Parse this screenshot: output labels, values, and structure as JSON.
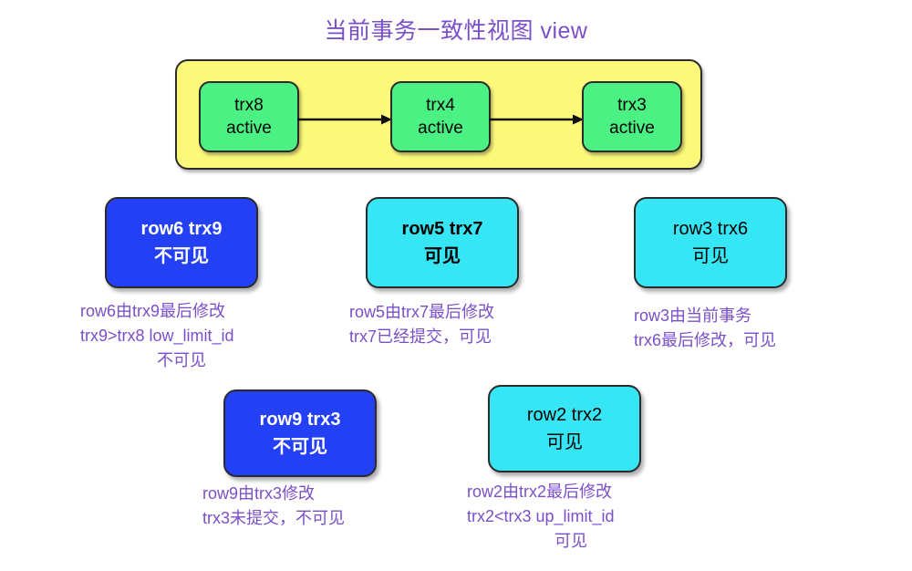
{
  "title": "当前事务一致性视图 view",
  "colors": {
    "title_purple": "#7B4FC9",
    "group_yellow": "#FBF87A",
    "trx_green": "#4BF283",
    "invisible_blue": "#2440F5",
    "visible_cyan": "#36E6F5",
    "border_black": "#2B2B2B",
    "caption_purple": "#7B4FC9"
  },
  "active_group": {
    "nodes": [
      {
        "id": "trx8",
        "name": "trx8",
        "state": "active"
      },
      {
        "id": "trx4",
        "name": "trx4",
        "state": "active"
      },
      {
        "id": "trx3",
        "name": "trx3",
        "state": "active"
      }
    ],
    "arrows": [
      "trx8-to-trx4",
      "trx4-to-trx3"
    ]
  },
  "rows": [
    {
      "id": "row6",
      "heading": "row6 trx9",
      "visibility": "不可见",
      "style": "blue",
      "caption": [
        "row6由trx9最后修改",
        "trx9>trx8 low_limit_id",
        "不可见"
      ],
      "caption_last_centered": true
    },
    {
      "id": "row5",
      "heading": "row5 trx7",
      "visibility": "可见",
      "style": "cyan-bold",
      "caption": [
        "row5由trx7最后修改",
        "trx7已经提交，可见"
      ],
      "caption_last_centered": false
    },
    {
      "id": "row3",
      "heading": "row3 trx6",
      "visibility": "可见",
      "style": "cyan",
      "caption": [
        "row3由当前事务",
        "trx6最后修改，可见"
      ],
      "caption_last_centered": false
    },
    {
      "id": "row9",
      "heading": "row9 trx3",
      "visibility": "不可见",
      "style": "blue",
      "caption": [
        "row9由trx3修改",
        "trx3未提交，不可见"
      ],
      "caption_last_centered": false
    },
    {
      "id": "row2",
      "heading": "row2 trx2",
      "visibility": "可见",
      "style": "cyan",
      "caption": [
        "row2由trx2最后修改",
        "trx2<trx3 up_limit_id",
        "可见"
      ],
      "caption_last_centered": true
    }
  ]
}
